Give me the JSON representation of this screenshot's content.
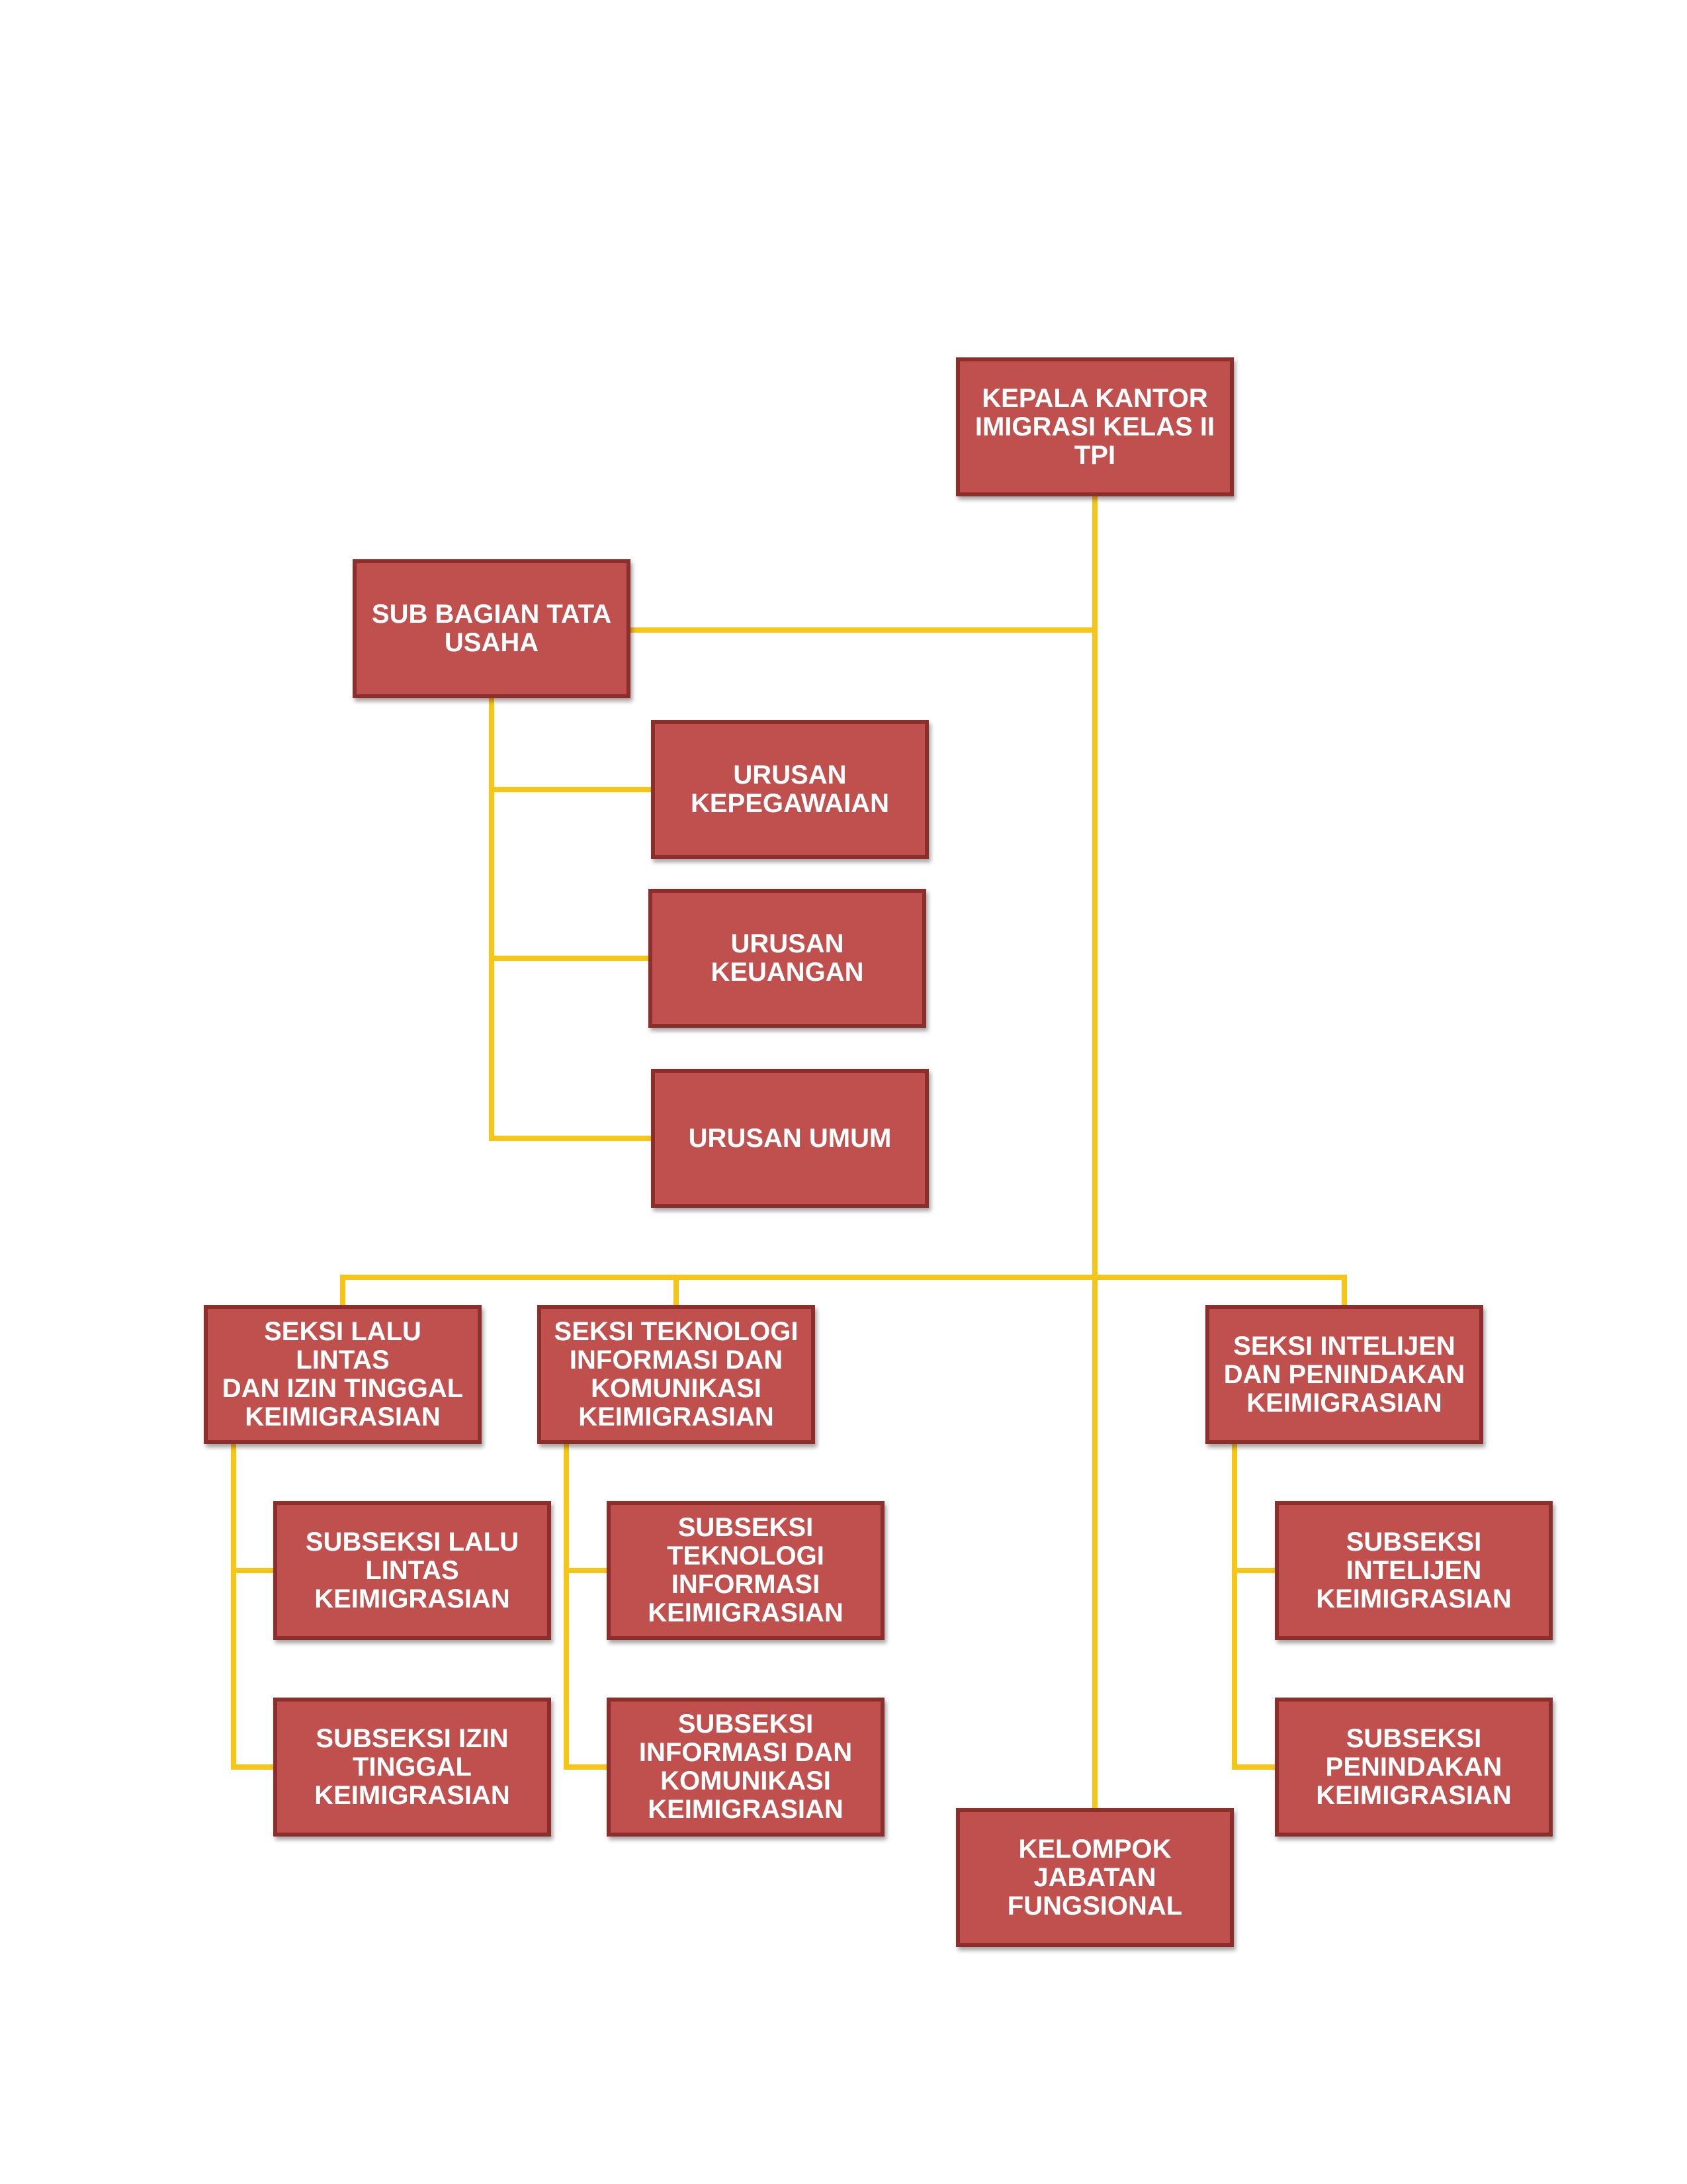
{
  "diagram": {
    "colors": {
      "box_fill": "#c0504d",
      "box_border": "#8c2f2c",
      "box_text": "#ffffff",
      "connector": "#f5c518"
    },
    "nodes": [
      {
        "id": "kepala-kantor",
        "label": "KEPALA KANTOR\nIMIGRASI KELAS II\nTPI"
      },
      {
        "id": "sub-bagian-tata-usaha",
        "label": "SUB BAGIAN TATA\nUSAHA"
      },
      {
        "id": "urusan-kepegawaian",
        "label": "URUSAN\nKEPEGAWAIAN"
      },
      {
        "id": "urusan-keuangan",
        "label": "URUSAN\nKEUANGAN"
      },
      {
        "id": "urusan-umum",
        "label": "URUSAN UMUM"
      },
      {
        "id": "seksi-lalu-lintas",
        "label": "SEKSI LALU LINTAS\nDAN IZIN TINGGAL\nKEIMIGRASIAN"
      },
      {
        "id": "seksi-teknologi",
        "label": "SEKSI TEKNOLOGI\nINFORMASI DAN\nKOMUNIKASI\nKEIMIGRASIAN"
      },
      {
        "id": "seksi-intelijen",
        "label": "SEKSI INTELIJEN\nDAN PENINDAKAN\nKEIMIGRASIAN"
      },
      {
        "id": "subseksi-lalu-lintas",
        "label": "SUBSEKSI LALU\nLINTAS\nKEIMIGRASIAN"
      },
      {
        "id": "subseksi-izin-tinggal",
        "label": "SUBSEKSI IZIN\nTINGGAL\nKEIMIGRASIAN"
      },
      {
        "id": "subseksi-teknologi-informasi",
        "label": "SUBSEKSI\nTEKNOLOGI\nINFORMASI\nKEIMIGRASIAN"
      },
      {
        "id": "subseksi-informasi-komunikasi",
        "label": "SUBSEKSI\nINFORMASI DAN\nKOMUNIKASI\nKEIMIGRASIAN"
      },
      {
        "id": "subseksi-intelijen",
        "label": "SUBSEKSI\nINTELIJEN\nKEIMIGRASIAN"
      },
      {
        "id": "subseksi-penindakan",
        "label": "SUBSEKSI\nPENINDAKAN\nKEIMIGRASIAN"
      },
      {
        "id": "kelompok-jabatan-fungsional",
        "label": "KELOMPOK\nJABATAN\nFUNGSIONAL"
      }
    ],
    "edges": [
      {
        "from": "kepala-kantor",
        "to": "sub-bagian-tata-usaha"
      },
      {
        "from": "sub-bagian-tata-usaha",
        "to": "urusan-kepegawaian"
      },
      {
        "from": "sub-bagian-tata-usaha",
        "to": "urusan-keuangan"
      },
      {
        "from": "sub-bagian-tata-usaha",
        "to": "urusan-umum"
      },
      {
        "from": "kepala-kantor",
        "to": "seksi-lalu-lintas"
      },
      {
        "from": "kepala-kantor",
        "to": "seksi-teknologi"
      },
      {
        "from": "kepala-kantor",
        "to": "seksi-intelijen"
      },
      {
        "from": "kepala-kantor",
        "to": "kelompok-jabatan-fungsional"
      },
      {
        "from": "seksi-lalu-lintas",
        "to": "subseksi-lalu-lintas"
      },
      {
        "from": "seksi-lalu-lintas",
        "to": "subseksi-izin-tinggal"
      },
      {
        "from": "seksi-teknologi",
        "to": "subseksi-teknologi-informasi"
      },
      {
        "from": "seksi-teknologi",
        "to": "subseksi-informasi-komunikasi"
      },
      {
        "from": "seksi-intelijen",
        "to": "subseksi-intelijen"
      },
      {
        "from": "seksi-intelijen",
        "to": "subseksi-penindakan"
      }
    ]
  }
}
